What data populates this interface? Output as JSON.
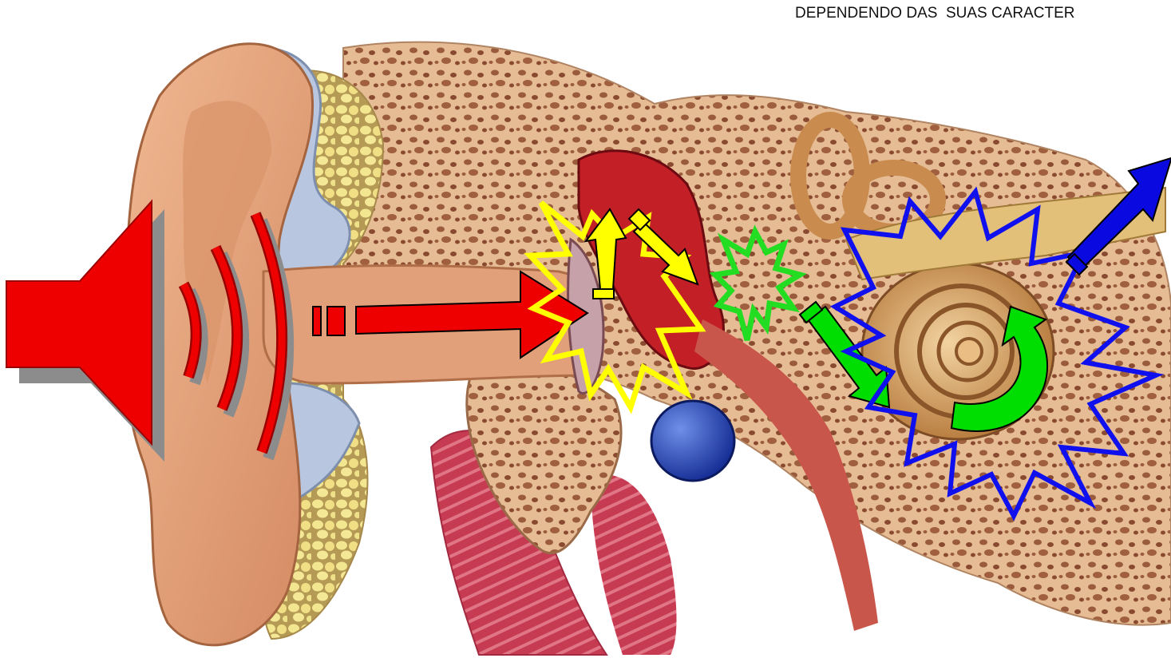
{
  "caption": "DEPENDENDO DAS  SUAS CARACTER",
  "colors": {
    "background": "#ffffff",
    "skin": "#e7a57e",
    "bone": "#e6bc95",
    "cartilage": "#b8c6e0",
    "fat": "#efe08a",
    "muscle": "#c63a52",
    "cochlea": "#c98c4e",
    "round_window": "#203fae",
    "sound_arrow": "#ee0000",
    "middle_ear_arrow": "#ffff00",
    "inner_ear_arrow": "#00cc00",
    "nerve_arrow": "#0000ee",
    "shadow": "#8c8c8c"
  },
  "stages": [
    {
      "id": "speaker",
      "icon": "speaker-icon",
      "color": "red"
    },
    {
      "id": "eardrum",
      "icon": "burst-icon",
      "color": "yellow"
    },
    {
      "id": "oval-window",
      "icon": "burst-icon",
      "color": "green"
    },
    {
      "id": "cochlea",
      "icon": "burst-icon",
      "color": "blue"
    },
    {
      "id": "auditory-nerve",
      "icon": "arrow-icon",
      "color": "blue"
    }
  ]
}
